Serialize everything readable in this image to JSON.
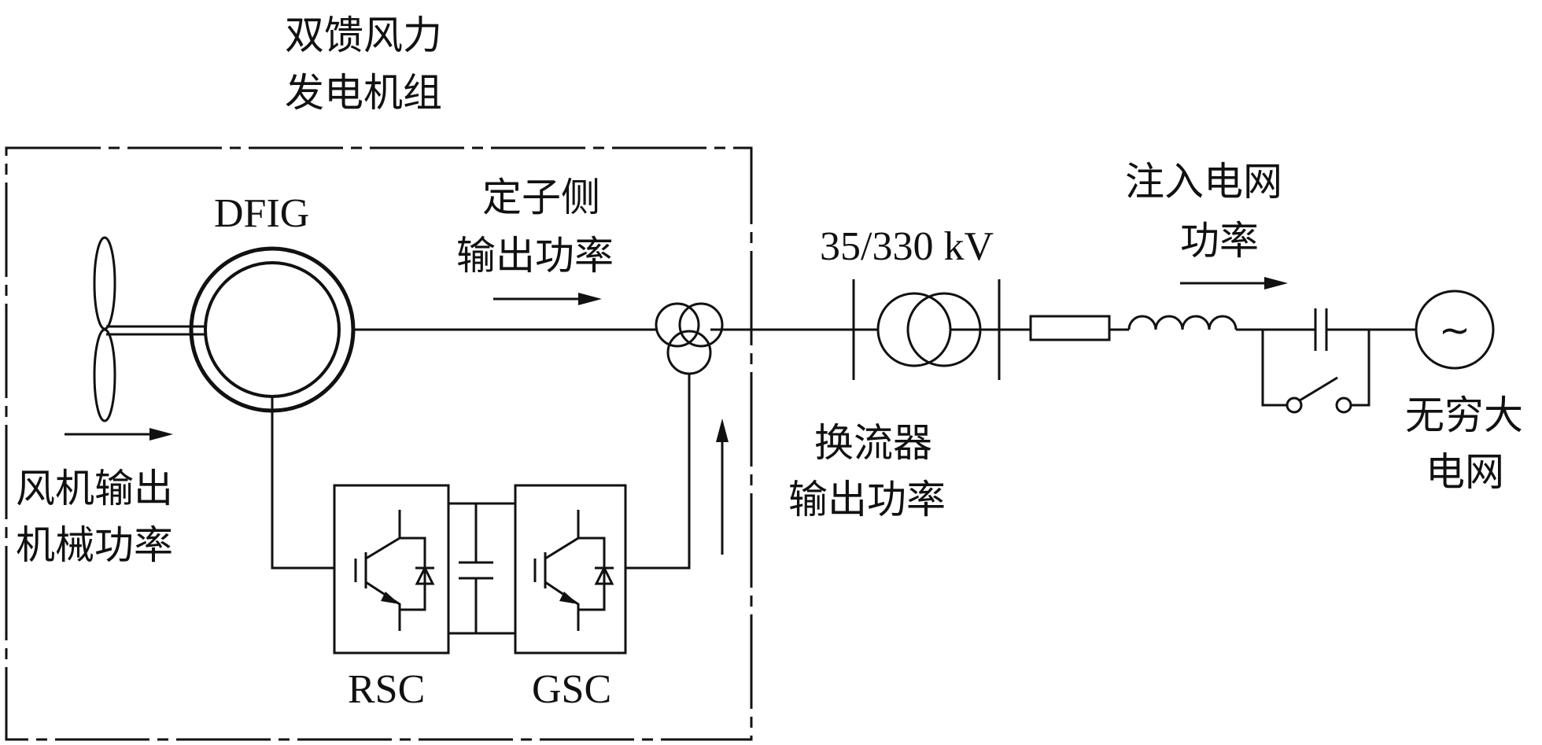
{
  "labels": {
    "dfig_unit_line1": "双馈风力",
    "dfig_unit_line2": "发电机组",
    "dfig": "DFIG",
    "stator_power_line1": "定子侧",
    "stator_power_line2": "输出功率",
    "transformer_voltage": "35/330 kV",
    "injected_power_line1": "注入电网",
    "injected_power_line2": "功率",
    "converter_power_line1": "换流器",
    "converter_power_line2": "输出功率",
    "mech_power_line1": "风机输出",
    "mech_power_line2": "机械功率",
    "rsc": "RSC",
    "gsc": "GSC",
    "grid_line1": "无穷大",
    "grid_line2": "电网"
  },
  "icons": {
    "grid_source_symbol": "~"
  }
}
